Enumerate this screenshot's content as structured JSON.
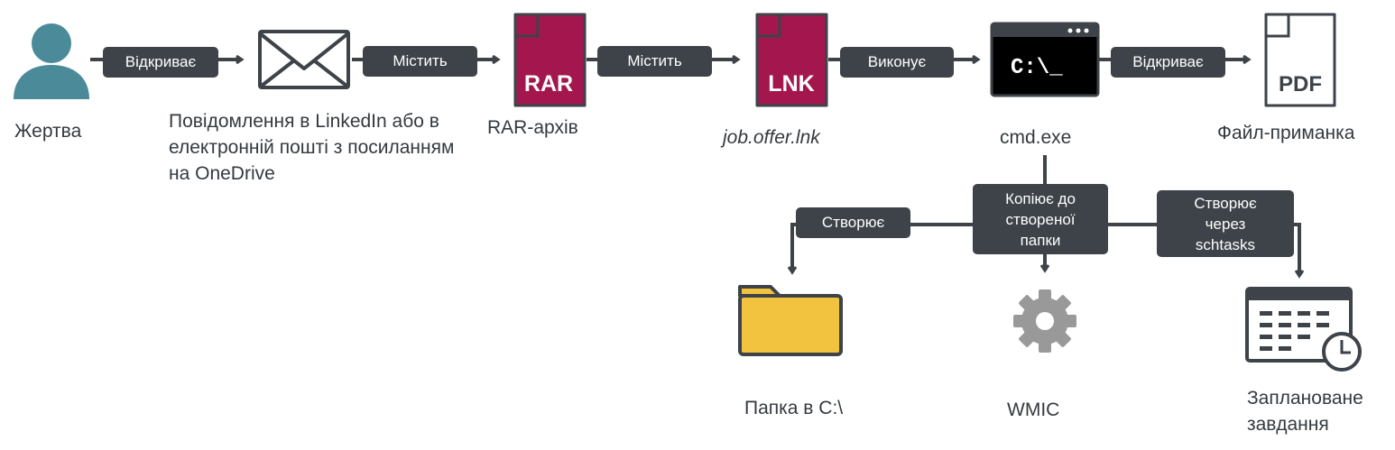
{
  "colors": {
    "line": "#3d4348",
    "person": "#4b8a98",
    "archive": "#a3174e",
    "folder": "#f1c33f",
    "gear": "#999999"
  },
  "nodes": {
    "victim": {
      "label": "Жертва",
      "icon": "user-icon"
    },
    "message": {
      "label": "Повідомлення в LinkedIn або в електронній пошті з посиланням на OneDrive",
      "icon": "envelope-icon"
    },
    "rar": {
      "label": "RAR-архів",
      "icon": "rar-file-icon",
      "icon_text": "RAR"
    },
    "lnk": {
      "label": "job.offer.lnk",
      "icon": "lnk-file-icon",
      "icon_text": "LNK"
    },
    "cmd": {
      "label": "cmd.exe",
      "icon": "terminal-icon",
      "icon_text": "C:\\_"
    },
    "pdf": {
      "label": "Файл-приманка",
      "icon": "pdf-file-icon",
      "icon_text": "PDF"
    },
    "folder": {
      "label": "Папка в C:\\",
      "icon": "folder-icon"
    },
    "wmic": {
      "label": "WMIC",
      "icon": "gear-icon"
    },
    "task": {
      "label": "Заплановане завдання",
      "icon": "calendar-clock-icon"
    }
  },
  "edges": {
    "opens": "Відкриває",
    "contains1": "Містить",
    "contains2": "Містить",
    "executes": "Виконує",
    "opens2": "Відкриває",
    "creates": "Створює",
    "copies": "Копіює до створеної папки",
    "creates_via": "Створює через schtasks"
  }
}
